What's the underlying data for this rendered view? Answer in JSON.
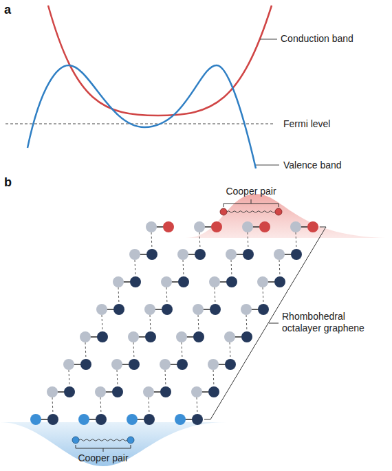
{
  "diagram": {
    "labels": [
      "a",
      "Conduction band",
      "Fermi level",
      "Valence band",
      "b",
      "Cooper pair",
      "Cooper pair",
      "Rhombohedral octalayer graphene"
    ]
  }
}
